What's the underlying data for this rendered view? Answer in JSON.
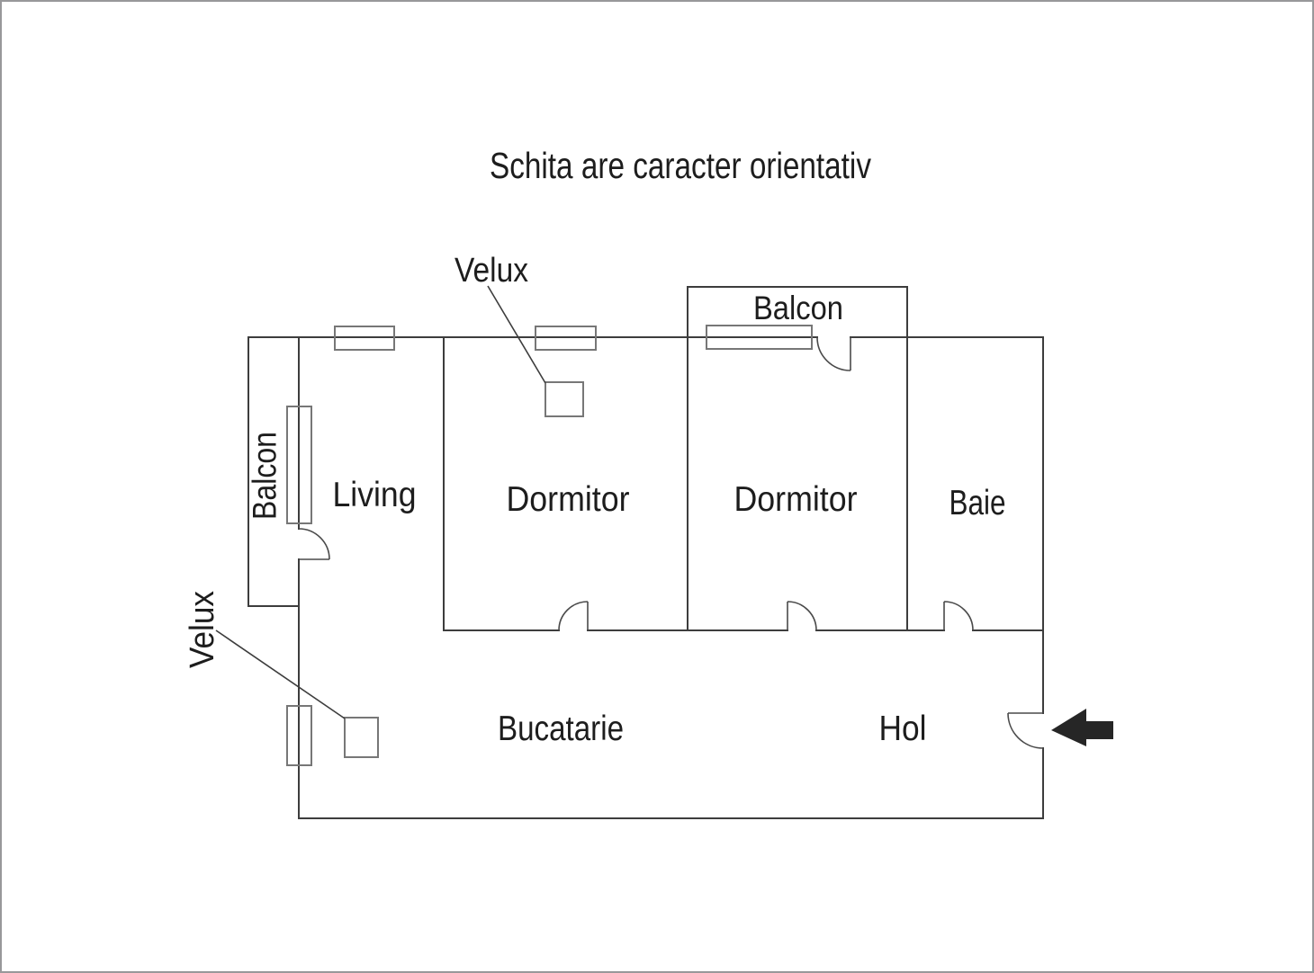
{
  "title": "Schita are caracter orientativ",
  "rooms": {
    "living": {
      "label": "Living"
    },
    "dormitor1": {
      "label": "Dormitor"
    },
    "dormitor2": {
      "label": "Dormitor"
    },
    "baie": {
      "label": "Baie"
    },
    "bucatarie": {
      "label": "Bucatarie"
    },
    "hol": {
      "label": "Hol"
    }
  },
  "balconies": {
    "left": {
      "label": "Balcon"
    },
    "top": {
      "label": "Balcon"
    }
  },
  "skylights": {
    "top": {
      "label": "Velux"
    },
    "left": {
      "label": "Velux"
    }
  },
  "entrance": {
    "icon": "left-arrow"
  },
  "colors": {
    "wall": "#3d3d3d",
    "window": "#777777",
    "door": "#4a4a4a",
    "leader": "#3d3d3d",
    "text": "#1d1d1d",
    "arrow": "#262626",
    "page_border": "#98989a",
    "background": "#ffffff"
  }
}
